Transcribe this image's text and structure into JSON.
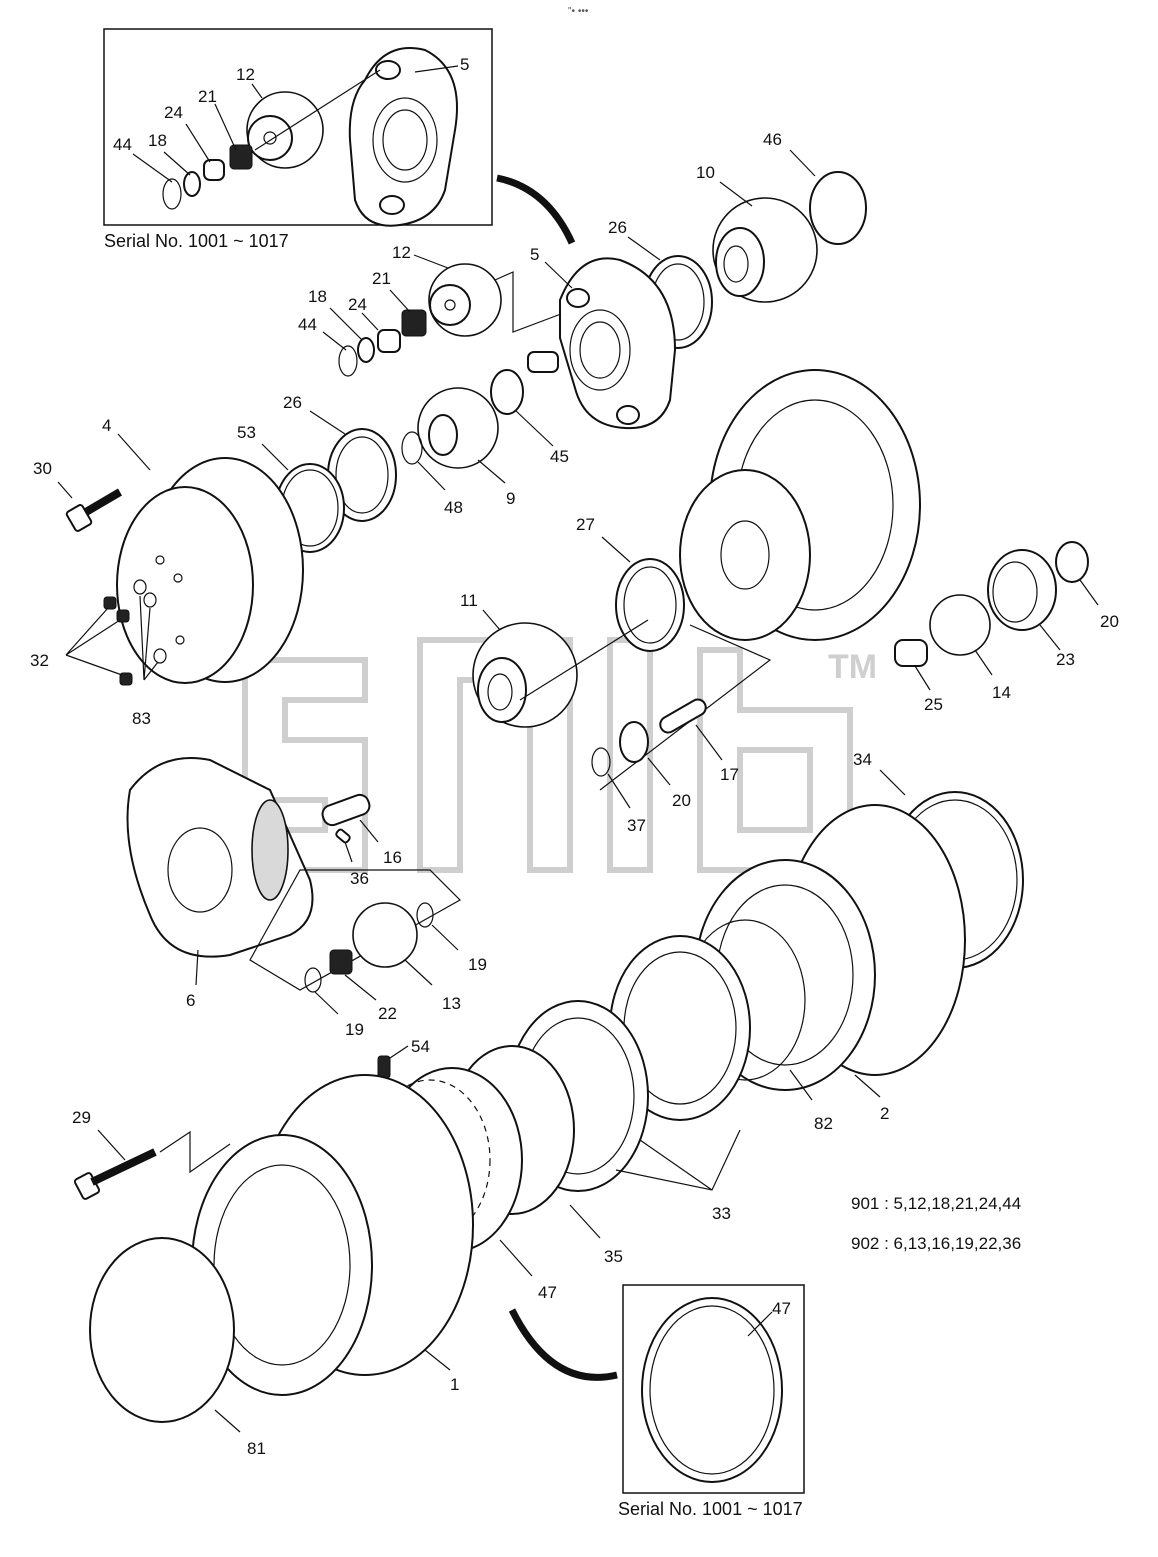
{
  "top_mark": "\"• •••",
  "inset_top": {
    "serial_label": "Serial No. 1001 ~ 1017",
    "callouts": [
      "5",
      "12",
      "21",
      "24",
      "18",
      "44"
    ]
  },
  "inset_bottom": {
    "serial_label": "Serial No. 1001 ~ 1017",
    "callouts": [
      "47"
    ]
  },
  "watermark_tm": "TM",
  "callouts": [
    "46",
    "10",
    "26",
    "5",
    "12",
    "21",
    "18",
    "24",
    "44",
    "45",
    "9",
    "48",
    "26",
    "53",
    "4",
    "30",
    "32",
    "83",
    "27",
    "20",
    "23",
    "14",
    "25",
    "11",
    "17",
    "20",
    "37",
    "16",
    "36",
    "6",
    "19",
    "13",
    "22",
    "19",
    "34",
    "54",
    "82",
    "2",
    "29",
    "33",
    "35",
    "47",
    "1",
    "81"
  ],
  "legend": [
    {
      "label": "901 : 5,12,18,21,24,44"
    },
    {
      "label": "902 : 6,13,16,19,22,36"
    }
  ]
}
